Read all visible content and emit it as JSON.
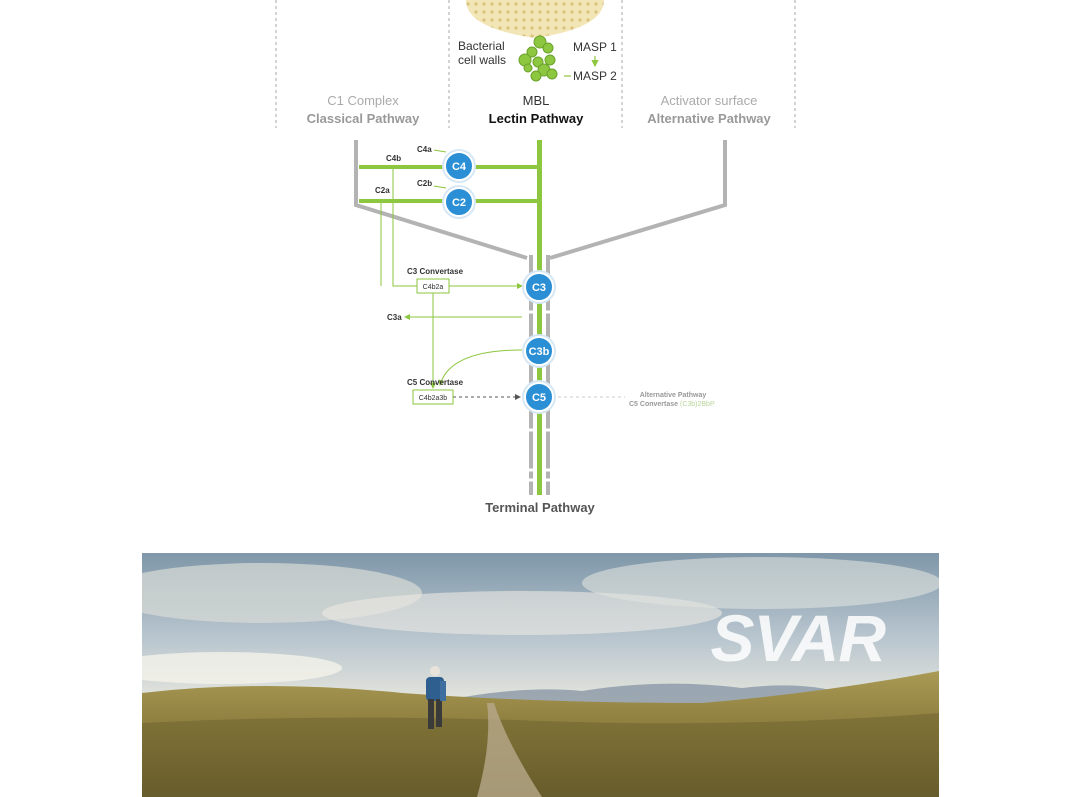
{
  "diagram": {
    "top_left_label": "Bacterial\ncell walls",
    "masp1": "MASP 1",
    "masp2": "MASP 2",
    "columns": [
      {
        "sub": "C1 Complex",
        "title": "Classical Pathway"
      },
      {
        "sub": "MBL",
        "title": "Lectin Pathway"
      },
      {
        "sub": "Activator surface",
        "title": "Alternative Pathway"
      }
    ],
    "nodes": [
      "C4",
      "C2",
      "C3",
      "C3b",
      "C5"
    ],
    "small_labels": {
      "c4a": "C4a",
      "c4b": "C4b",
      "c2b": "C2b",
      "c2a": "C2a",
      "c3a": "C3a"
    },
    "c3_convertase": {
      "title": "C3 Convertase",
      "box": "C4b2a"
    },
    "c5_convertase": {
      "title": "C5 Convertase",
      "box": "C4b2a3b"
    },
    "alt_c5": {
      "line1": "Alternative Pathway",
      "line2": "C5 Convertase",
      "formula": "(C3b)2BbP"
    },
    "terminal": "Terminal Pathway"
  },
  "banner": {
    "logo": "SVAR"
  },
  "colors": {
    "green": "#8dc63f",
    "grey": "#b3b3b3",
    "blue": "#2b8fd6",
    "text_dark": "#333333",
    "text_light": "#aaaaaa"
  }
}
